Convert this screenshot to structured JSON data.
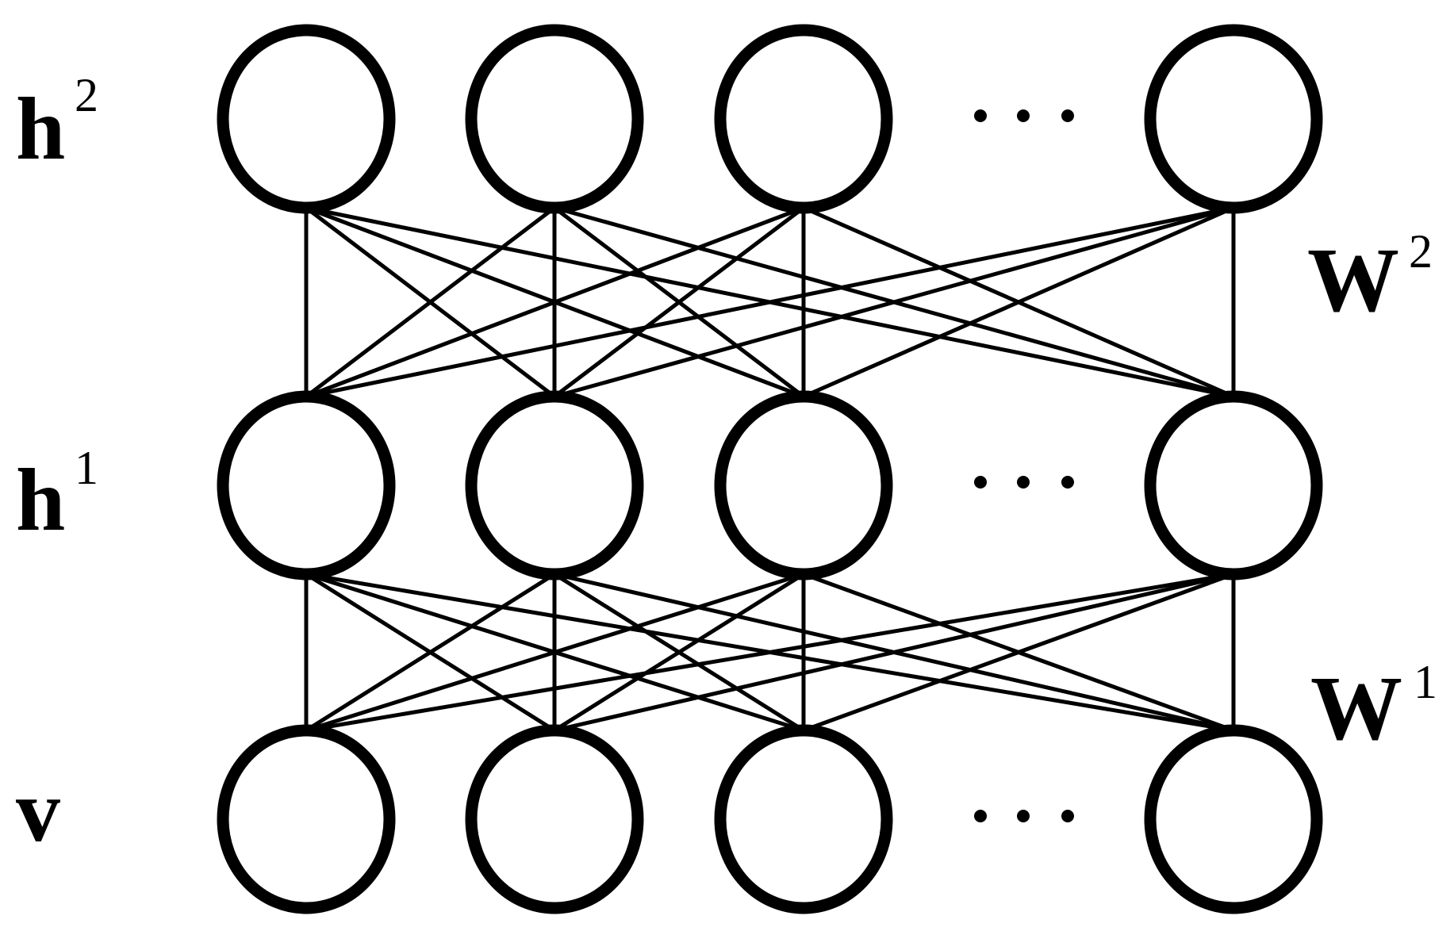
{
  "layers": [
    {
      "id": "h2",
      "label": "h",
      "superscript": "2",
      "units": 4
    },
    {
      "id": "h1",
      "label": "h",
      "superscript": "1",
      "units": 4
    },
    {
      "id": "v",
      "label": "v",
      "superscript": "",
      "units": 4
    }
  ],
  "weights": [
    {
      "id": "W2",
      "label": "W",
      "superscript": "2",
      "between": [
        "h2",
        "h1"
      ]
    },
    {
      "id": "W1",
      "label": "W",
      "superscript": "1",
      "between": [
        "h1",
        "v"
      ]
    }
  ],
  "ellipsis": "···",
  "colors": {
    "stroke": "#000000",
    "fill": "#ffffff",
    "background": "#ffffff"
  }
}
